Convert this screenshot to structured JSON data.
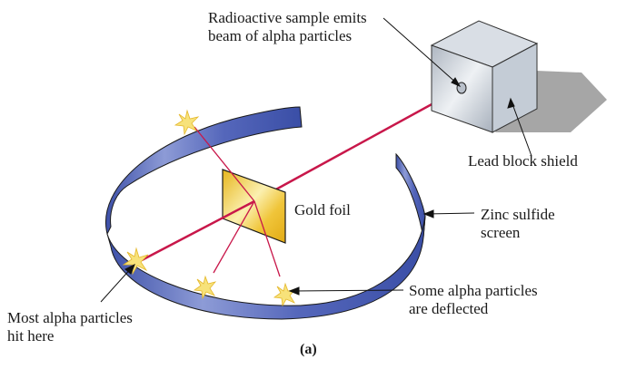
{
  "figure": {
    "caption": "(a)",
    "labels": {
      "source_line1": "Radioactive sample emits",
      "source_line2": "beam of alpha particles",
      "shield": "Lead block shield",
      "foil": "Gold foil",
      "screen_line1": "Zinc sulfide",
      "screen_line2": "screen",
      "deflected_line1": "Some alpha particles",
      "deflected_line2": "are deflected",
      "most_line1": "Most alpha particles",
      "most_line2": "hit here"
    },
    "colors": {
      "beam": "#c8174a",
      "screen": "#4a5fb3",
      "foil": "#f2c94c",
      "block": "#c4ccd6",
      "shadow": "#a6a6a6",
      "spark": "#f7e27a"
    }
  }
}
